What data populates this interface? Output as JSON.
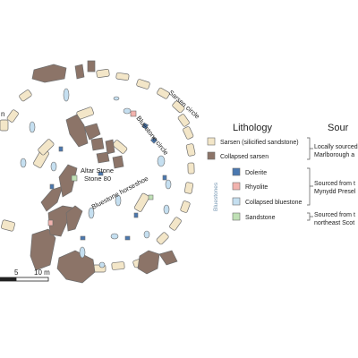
{
  "map": {
    "labels": {
      "sarsen_circle": "Sarsen circle",
      "bluestone_circle": "Bluestone circle",
      "bluestone_horseshoe": "Bluestone horseshoe",
      "altar_stone": "Altar Stone",
      "stone_number": "Stone 80",
      "left_edge_fragment": "n"
    },
    "scale_bar": {
      "tick_5": "5",
      "tick_10": "10 m"
    }
  },
  "legend": {
    "lithology_title": "Lithology",
    "source_title": "Sour",
    "group_label": "Bluestones",
    "items": [
      {
        "label": "Sarsen (silicified sandstone)",
        "color": "#f3e6c8"
      },
      {
        "label": "Collapsed sarsen",
        "color": "#8c7468"
      },
      {
        "label": "Dolerite",
        "color": "#4a78b0"
      },
      {
        "label": "Rhyolite",
        "color": "#f2b3ae"
      },
      {
        "label": "Collapsed bluestone",
        "color": "#c5dff0"
      },
      {
        "label": "Sandstone",
        "color": "#bfe0b5"
      }
    ],
    "sources": {
      "sarsen_line1": "Locally sourced",
      "sarsen_line2": "Marlborough a",
      "blue_line1": "Sourced from t",
      "blue_line2": "Mynydd Presel",
      "sand_line1": "Sourced from t",
      "sand_line2": "northeast Scot"
    }
  },
  "colors": {
    "sarsen": "#f3e6c8",
    "collapsed_sarsen": "#8c7468",
    "dolerite": "#4a78b0",
    "rhyolite": "#f2b3ae",
    "collapsed_bluestone": "#c5dff0",
    "sandstone": "#bfe0b5",
    "outline": "#6d6d6d"
  }
}
